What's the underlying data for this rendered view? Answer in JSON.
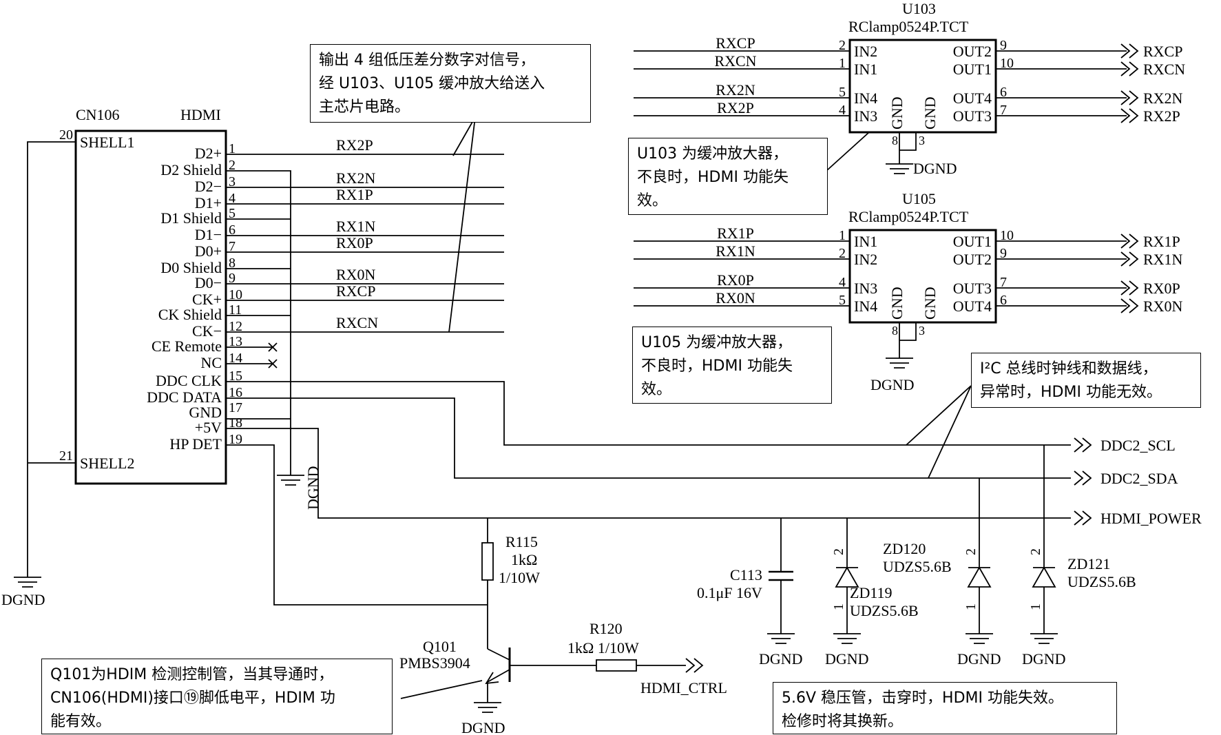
{
  "connector": {
    "ref": "CN106",
    "type": "HDMI",
    "pins": [
      {
        "num": "20",
        "label": "SHELL1"
      },
      {
        "num": "1",
        "label": "D2+"
      },
      {
        "num": "2",
        "label": "D2 Shield"
      },
      {
        "num": "3",
        "label": "D2−"
      },
      {
        "num": "4",
        "label": "D1+"
      },
      {
        "num": "5",
        "label": "D1 Shield"
      },
      {
        "num": "6",
        "label": "D1−"
      },
      {
        "num": "7",
        "label": "D0+"
      },
      {
        "num": "8",
        "label": "D0 Shield"
      },
      {
        "num": "9",
        "label": "D0−"
      },
      {
        "num": "10",
        "label": "CK+"
      },
      {
        "num": "11",
        "label": "CK Shield"
      },
      {
        "num": "12",
        "label": "CK−"
      },
      {
        "num": "13",
        "label": "CE Remote"
      },
      {
        "num": "14",
        "label": "NC"
      },
      {
        "num": "15",
        "label": "DDC CLK"
      },
      {
        "num": "16",
        "label": "DDC DATA"
      },
      {
        "num": "17",
        "label": "GND"
      },
      {
        "num": "18",
        "label": "+5V"
      },
      {
        "num": "19",
        "label": "HP DET"
      },
      {
        "num": "21",
        "label": "SHELL2"
      }
    ],
    "nets": [
      "RX2P",
      "RX2N",
      "RX1P",
      "RX1N",
      "RX0P",
      "RX0N",
      "RXCP",
      "RXCN"
    ]
  },
  "u103": {
    "ref": "U103",
    "part": "RClamp0524P.TCT",
    "pins_in": [
      {
        "num": "2",
        "label": "IN2",
        "net": "RXCP"
      },
      {
        "num": "1",
        "label": "IN1",
        "net": "RXCN"
      },
      {
        "num": "5",
        "label": "IN4",
        "net": "RX2N"
      },
      {
        "num": "4",
        "label": "IN3",
        "net": "RX2P"
      }
    ],
    "pins_out": [
      {
        "num": "9",
        "label": "OUT2",
        "net": "RXCP"
      },
      {
        "num": "10",
        "label": "OUT1",
        "net": "RXCN"
      },
      {
        "num": "6",
        "label": "OUT4",
        "net": "RX2N"
      },
      {
        "num": "7",
        "label": "OUT3",
        "net": "RX2P"
      }
    ],
    "gnd_pins": [
      "8",
      "3"
    ],
    "gnd_label": "GND",
    "gnd_net": "DGND"
  },
  "u105": {
    "ref": "U105",
    "part": "RClamp0524P.TCT",
    "pins_in": [
      {
        "num": "1",
        "label": "IN1",
        "net": "RX1P"
      },
      {
        "num": "2",
        "label": "IN2",
        "net": "RX1N"
      },
      {
        "num": "4",
        "label": "IN3",
        "net": "RX0P"
      },
      {
        "num": "5",
        "label": "IN4",
        "net": "RX0N"
      }
    ],
    "pins_out": [
      {
        "num": "10",
        "label": "OUT1",
        "net": "RX1P"
      },
      {
        "num": "9",
        "label": "OUT2",
        "net": "RX1N"
      },
      {
        "num": "7",
        "label": "OUT3",
        "net": "RX0P"
      },
      {
        "num": "6",
        "label": "OUT4",
        "net": "RX0N"
      }
    ],
    "gnd_pins": [
      "8",
      "3"
    ],
    "gnd_label": "GND",
    "gnd_net": "DGND"
  },
  "signals": {
    "scl": "DDC2_SCL",
    "sda": "DDC2_SDA",
    "power": "HDMI_POWER",
    "ctrl": "HDMI_CTRL",
    "dgnd": "DGND"
  },
  "r115": {
    "ref": "R115",
    "value": "1kΩ",
    "rating": "1/10W"
  },
  "r120": {
    "ref": "R120",
    "value": "1kΩ  1/10W"
  },
  "q101": {
    "ref": "Q101",
    "part": "PMBS3904"
  },
  "c113": {
    "ref": "C113",
    "value": "0.1μF  16V"
  },
  "zd119": {
    "ref": "ZD119",
    "part": "UDZS5.6B"
  },
  "zd120": {
    "ref": "ZD120",
    "part": "UDZS5.6B"
  },
  "zd121": {
    "ref": "ZD121",
    "part": "UDZS5.6B"
  },
  "diode_pins": {
    "anode": "1",
    "cathode": "2"
  },
  "notes": {
    "output": [
      "输出 4 组低压差分数字对信号，",
      "经 U103、U105 缓冲放大给送入",
      "主芯片电路。"
    ],
    "u103": [
      "U103 为缓冲放大器，",
      "不良时，HDMI 功能失",
      "效。"
    ],
    "u105": [
      "U105 为缓冲放大器，",
      "不良时，HDMI 功能失",
      "效。"
    ],
    "i2c": [
      "I²C 总线时钟线和数据线，",
      "异常时，HDMI 功能无效。"
    ],
    "q101": [
      "Q101为HDIM 检测控制管，当其导通时，",
      "CN106(HDMI)接口⑲脚低电平，HDIM 功",
      "能有效。"
    ],
    "zener": [
      "5.6V 稳压管，击穿时，HDMI 功能失效。",
      "检修时将其换新。"
    ]
  }
}
